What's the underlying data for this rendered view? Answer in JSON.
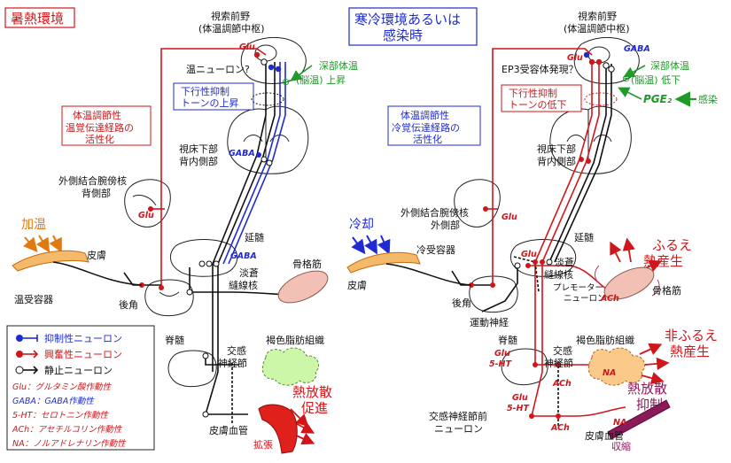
{
  "heat": {
    "title": "暑熱環境",
    "poa_label": [
      "視索前野",
      "(体温調節中枢)"
    ],
    "glu_top": "Glu",
    "warm_neuron": "温ニューロン?",
    "deep_temp": [
      "深部体温",
      "(脳温) 上昇"
    ],
    "plus_sign": "⊕",
    "descending": [
      "下行性抑制",
      "トーンの上昇"
    ],
    "pathway": [
      "体温調節性",
      "温覚伝達経路の",
      "活性化"
    ],
    "dmh": [
      "視床下部",
      "背内側部"
    ],
    "gaba_mid": "GABA",
    "lpb": [
      "外側結合腕傍核",
      "背側部"
    ],
    "glu_lpb": "Glu",
    "heating": "加温",
    "skin": "皮膚",
    "warm_receptor": "温受容器",
    "dorsal_horn": "後角",
    "medulla": "延髄",
    "gaba_low": "GABA",
    "rpa": [
      "淡蒼",
      "縫線核"
    ],
    "muscle": "骨格筋",
    "spinal": "脊髄",
    "sympathetic": [
      "交感",
      "神経節"
    ],
    "bat": "褐色脂肪組織",
    "heat_loss": [
      "熱放散",
      "促進"
    ],
    "vessel": "皮膚血管",
    "dilation": "拡張"
  },
  "cold": {
    "title": [
      "寒冷環境あるいは",
      "感染時"
    ],
    "poa_label": [
      "視索前野",
      "(体温調節中枢)"
    ],
    "glu_top": "Glu",
    "gaba_top": "GABA",
    "ep3": "EP3受容体発現？",
    "deep_temp": [
      "深部体温",
      "(脳温) 低下"
    ],
    "minus_sign": "⊖",
    "pge2": "PGE₂",
    "infection": "感染",
    "descending": [
      "下行性抑制",
      "トーンの低下"
    ],
    "pathway": [
      "体温調節性",
      "冷覚伝達経路の",
      "活性化"
    ],
    "dmh": [
      "視床下部",
      "背内側部"
    ],
    "lpb": [
      "外側結合腕傍核",
      "外側部"
    ],
    "glu_lpb": "Glu",
    "cooling": "冷却",
    "cold_receptor": "冷受容器",
    "skin": "皮膚",
    "medulla": "延髄",
    "glu_low": "Glu",
    "rpa": [
      "淡蒼",
      "縫線核"
    ],
    "premotor": [
      "プレモーター",
      "ニューロン"
    ],
    "shivering": [
      "ふるえ",
      "熱産生"
    ],
    "muscle": "骨格筋",
    "ach_muscle": "ACh",
    "dorsal_horn": "後角",
    "motor_nerve": "運動神経",
    "spinal": "脊髄",
    "glu_sp1": "Glu",
    "ht_sp1": "5-HT",
    "sympathetic": [
      "交感",
      "神経節"
    ],
    "ach_sym1": "ACh",
    "bat": "褐色脂肪組織",
    "na_bat": "NA",
    "nonshiver": [
      "非ふるえ",
      "熱産生"
    ],
    "glu_sp2": "Glu",
    "ht_sp2": "5-HT",
    "preganglionic": [
      "交感神経節前",
      "ニューロン"
    ],
    "ach_sym2": "ACh",
    "na_vessel": "NA",
    "heat_loss": [
      "熱放散",
      "抑制"
    ],
    "vessel": "皮膚血管",
    "constriction": "収縮"
  },
  "legend": {
    "inhibitory": "抑制性ニューロン",
    "excitatory": "興奮性ニューロン",
    "resting": "静止ニューロン",
    "glu_def": "Glu：グルタミン酸作動性",
    "gaba_def": "GABA：GABA作動性",
    "ht_def": "5-HT：セロトニン作動性",
    "ach_def": "ACh：アセチルコリン作動性",
    "na_def": "NA：ノルアドレナリン作動性"
  },
  "colors": {
    "red": "#d0161a",
    "blue": "#1f2bd0",
    "green": "#1e9b28",
    "orange": "#e07a10",
    "purple": "#8b1a5a",
    "bat_fill": "#cdf7a8",
    "bat_fill_cold": "#fbc98a",
    "muscle_fill": "#f2c0b4",
    "vessel_fill": "#e0201a"
  }
}
